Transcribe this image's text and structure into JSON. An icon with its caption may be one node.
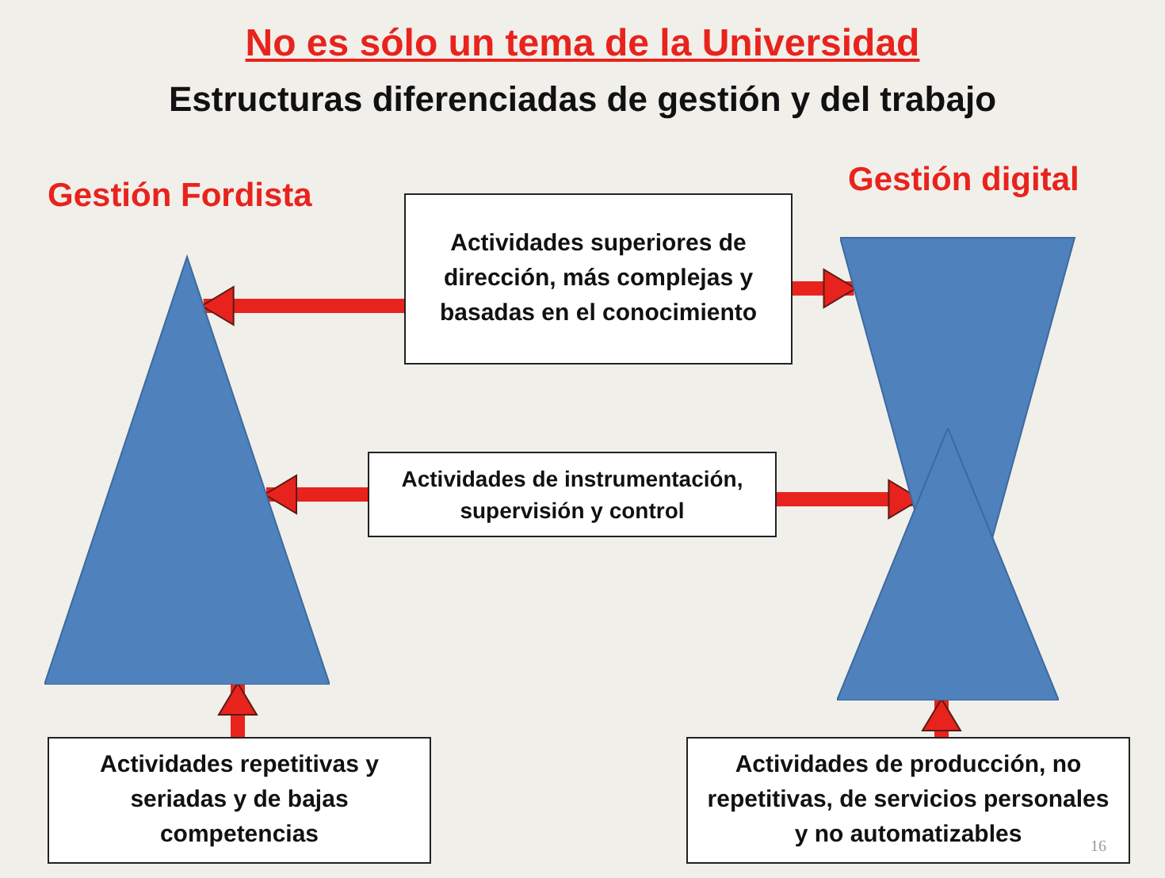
{
  "diagram": {
    "title": "No es sólo un tema de la Universidad",
    "nodes": [
      {
        "text": [
          "Gestión Fordista"
        ]
      },
      {
        "text": [
          "Gestión digital"
        ]
      },
      {
        "text": [],
        "shape": "triangle"
      },
      {
        "text": [
          "Actividades superiores de dirección, más complejas y basadas en el conocimiento"
        ]
      },
      {
        "text": [
          "Actividades de instrumentación, supervisión y control"
        ]
      },
      {
        "text": [
          "Actividades repetitivas y seriadas y de bajas competencias"
        ]
      },
      {
        "text": [
          "Actividades de producción, no repetitivas, de servicios personales y no automatizables"
        ]
      }
    ],
    "edges": [
      {
        "from": 3,
        "to": 0,
        "arrow": "to"
      },
      {
        "from": 3,
        "to": 1,
        "arrow": "to"
      },
      {
        "from": 4,
        "to": 0,
        "arrow": "to"
      },
      {
        "from": 4,
        "to": 2,
        "arrow": "to"
      },
      {
        "from": 5,
        "to": 0,
        "arrow": "to"
      },
      {
        "from": 6,
        "to": 2,
        "arrow": "to"
      }
    ],
    "labels": [
      "Estructuras diferenciadas de gestión y del trabajo",
      "16"
    ]
  }
}
